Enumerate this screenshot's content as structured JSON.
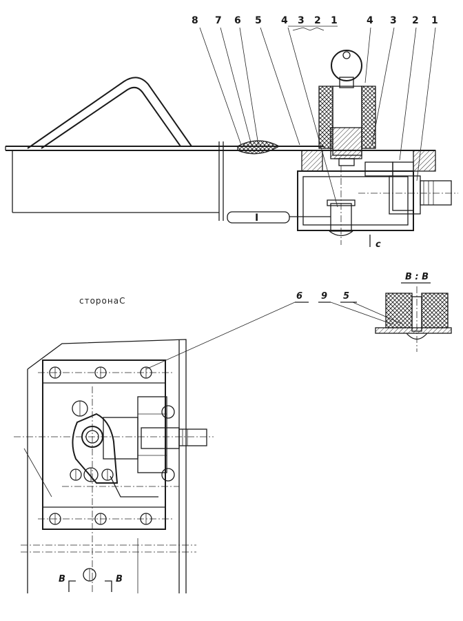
{
  "top_view": {
    "labels_left": [
      "8",
      "7",
      "6",
      "5"
    ],
    "labels_group": [
      "4",
      "3",
      "2",
      "1"
    ],
    "labels_right": [
      "4",
      "3",
      "2",
      "1"
    ],
    "rod_mark": "I",
    "view_mark": "c"
  },
  "side_view": {
    "caption": "сторонаС",
    "callout_6": "6",
    "callout_9": "9",
    "callout_5": "5",
    "section_title": "B : B",
    "section_left": "B",
    "section_right": "B"
  }
}
